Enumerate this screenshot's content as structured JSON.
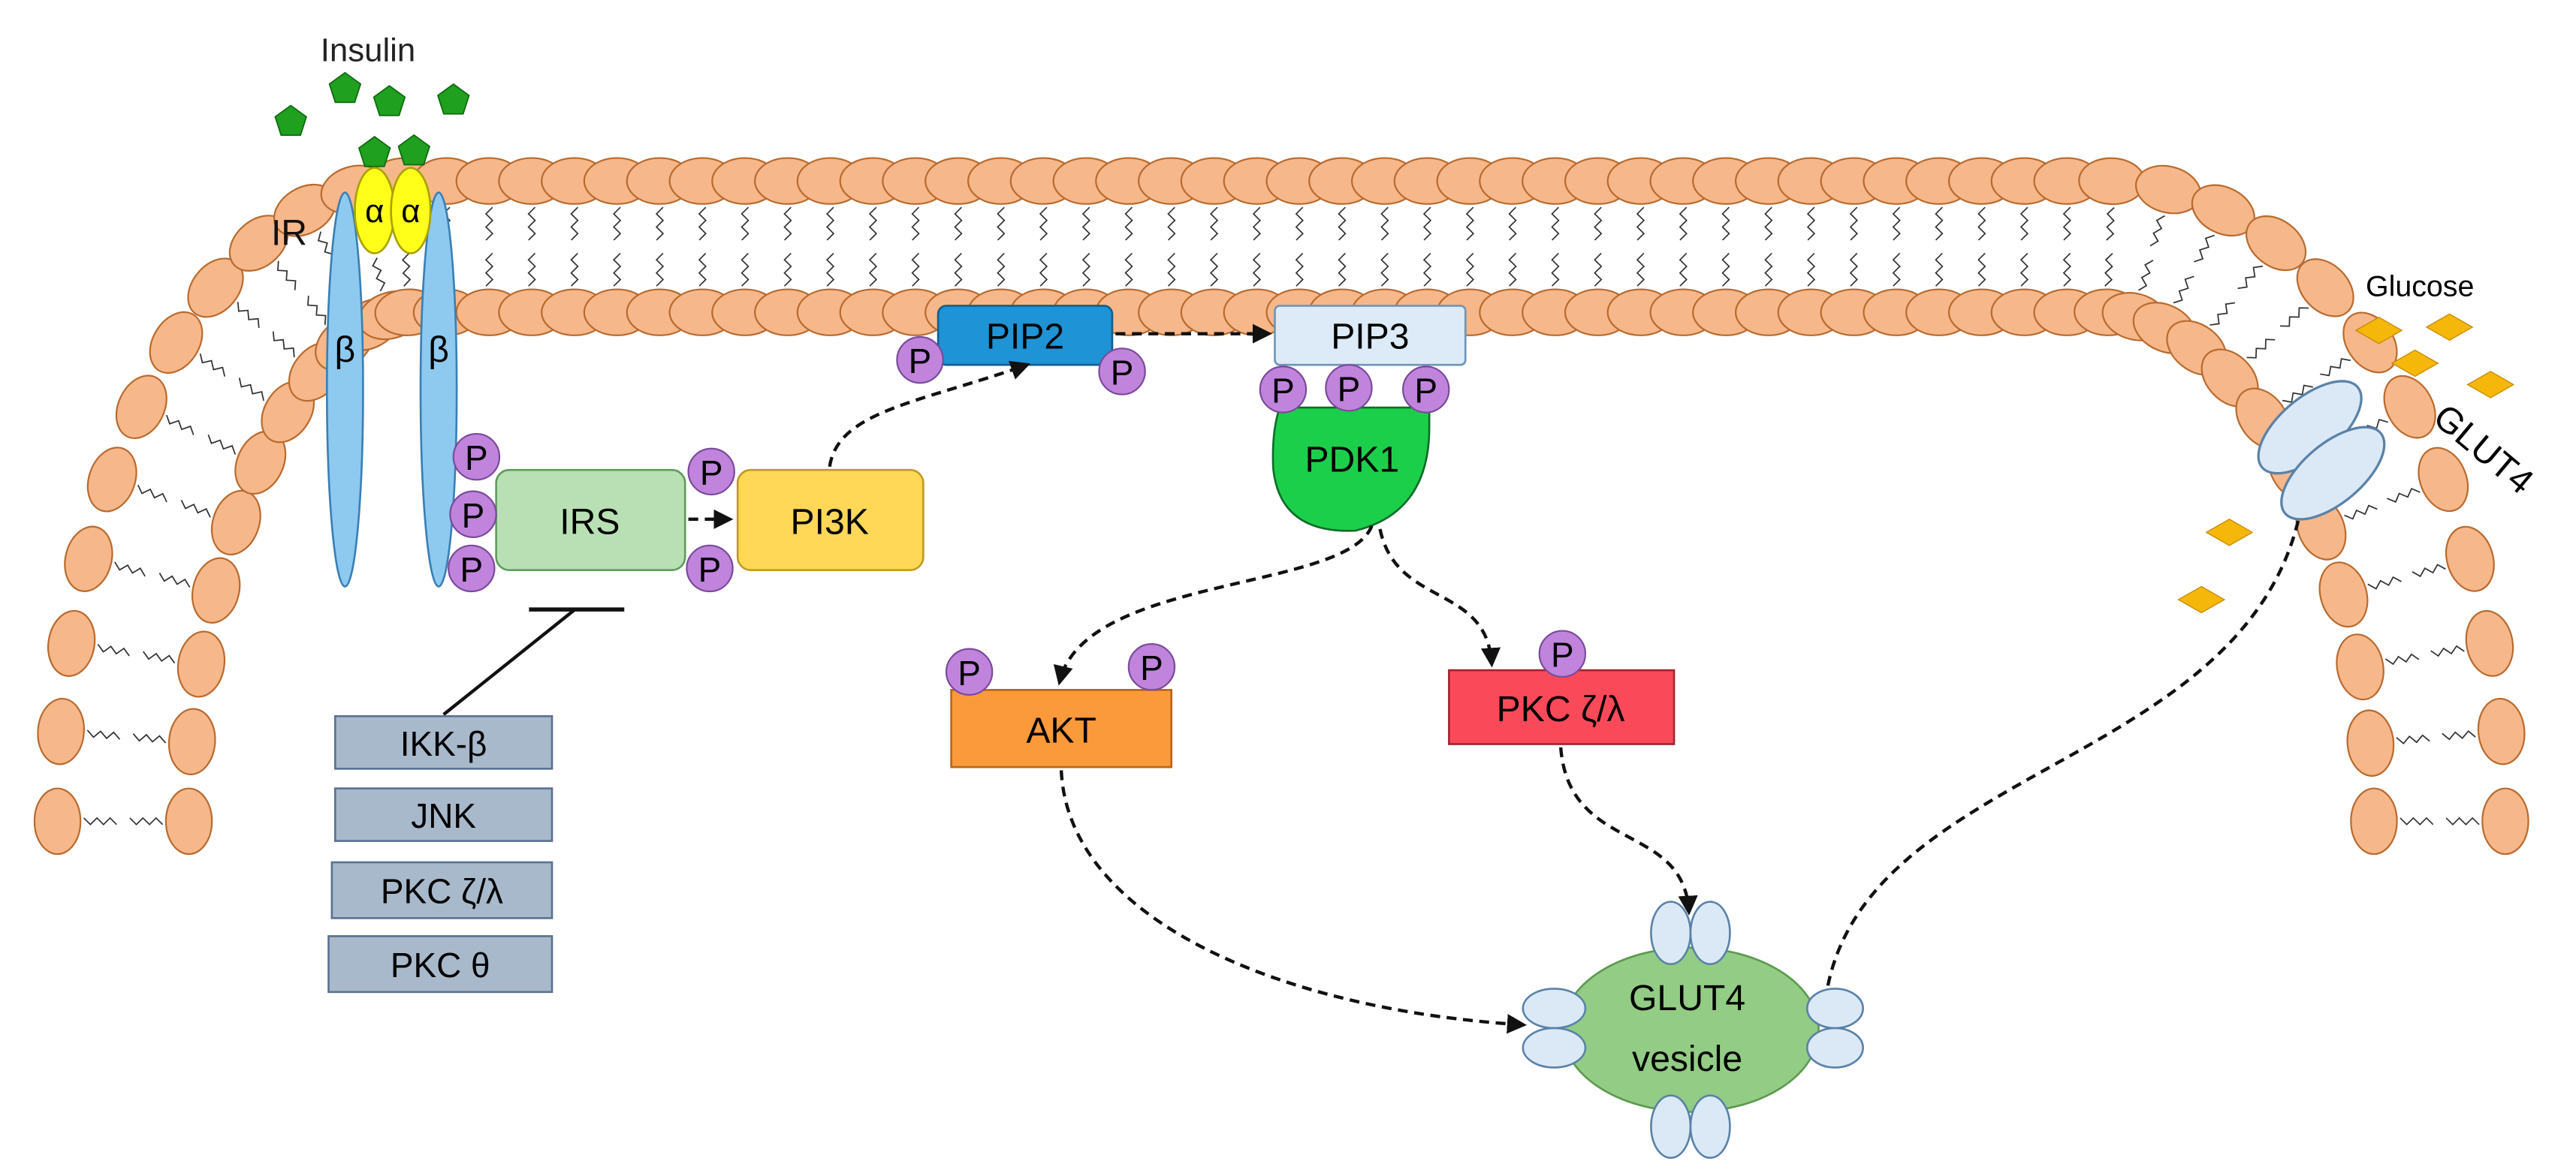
{
  "labels": {
    "insulin": "Insulin",
    "ir": "IR",
    "alpha": "α",
    "beta": "β",
    "irs": "IRS",
    "pi3k": "PI3K",
    "pip2": "PIP2",
    "pip3": "PIP3",
    "pdk1": "PDK1",
    "akt": "AKT",
    "pkc_zl_active": "PKC ζ/λ",
    "glucose": "Glucose",
    "glut4": "GLUT4",
    "vesicle_line1": "GLUT4",
    "vesicle_line2": "vesicle",
    "phospho": "P"
  },
  "inhibitors": [
    "IKK-β",
    "JNK",
    "PKC ζ/λ",
    "PKC θ"
  ],
  "colors": {
    "lipid_head": "#f6b78a",
    "lipid_stroke": "#b86a2e",
    "receptor_beta": "#8ec9f0",
    "receptor_alpha": "#ffff1a",
    "insulin": "#1fa01f",
    "phospho": "#c084dc",
    "irs": "#b9e0b4",
    "pi3k": "#ffd857",
    "pip2": "#1e93d6",
    "pip3": "#dcebf7",
    "pdk1": "#1ccf4a",
    "akt": "#fb9a3a",
    "pkc": "#fa4a5a",
    "inhibitor_box": "#a9b9cc",
    "vesicle": "#93cc84",
    "glut4_sub": "#dbe9f6",
    "glucose": "#f5b70a"
  }
}
